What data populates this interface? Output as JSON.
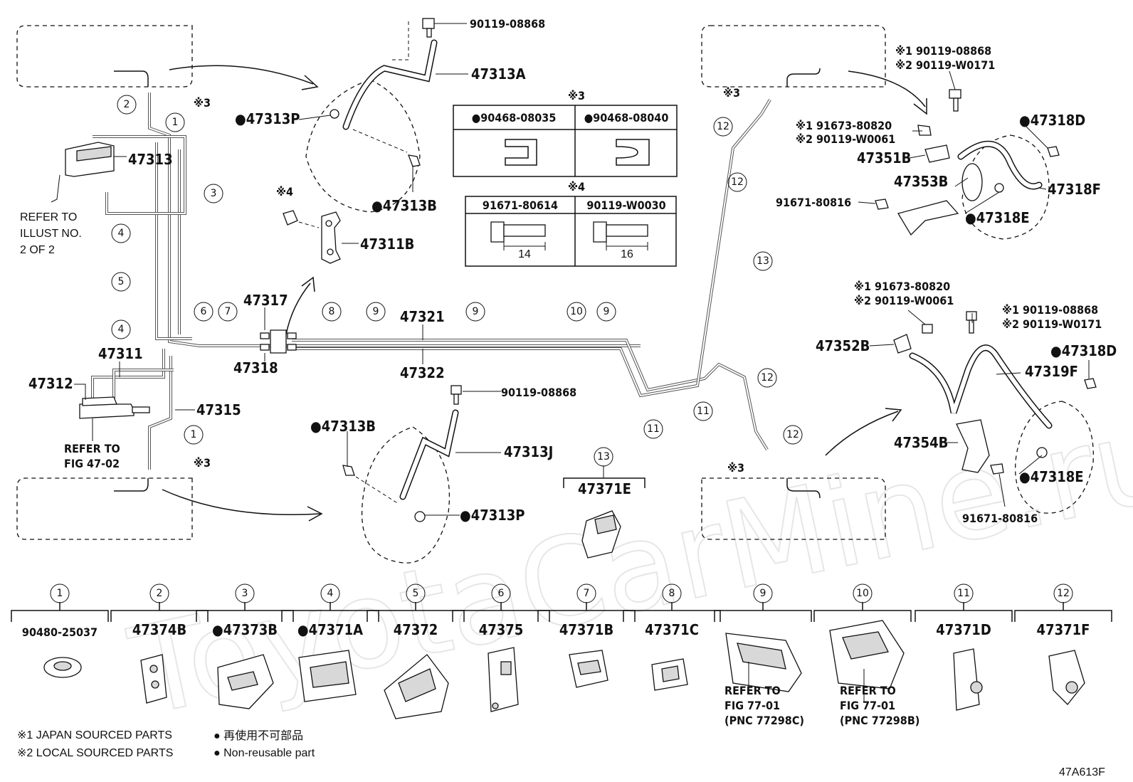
{
  "figure_code": "47A613F",
  "watermark": "ToyotaCarMine.ru",
  "callout_labels": [
    {
      "id": "c1",
      "text": "90119-08868"
    },
    {
      "id": "c2",
      "text": "47313A"
    },
    {
      "id": "c3",
      "text": "●47313P"
    },
    {
      "id": "c4",
      "text": "●47313B"
    },
    {
      "id": "c5",
      "text": "47313"
    },
    {
      "id": "c6",
      "text": "47311B"
    },
    {
      "id": "c7",
      "text": "47317"
    },
    {
      "id": "c8",
      "text": "47318"
    },
    {
      "id": "c9",
      "text": "47321"
    },
    {
      "id": "c10",
      "text": "47322"
    },
    {
      "id": "c11",
      "text": "47311"
    },
    {
      "id": "c12",
      "text": "47312"
    },
    {
      "id": "c13",
      "text": "47315"
    },
    {
      "id": "c14",
      "text": "●47313B"
    },
    {
      "id": "c15",
      "text": "90119-08868"
    },
    {
      "id": "c16",
      "text": "47313J"
    },
    {
      "id": "c17",
      "text": "●47313P"
    },
    {
      "id": "c18",
      "text": "※1 90119-08868"
    },
    {
      "id": "c19",
      "text": "※2 90119-W0171"
    },
    {
      "id": "c20",
      "text": "※1 91673-80820"
    },
    {
      "id": "c21",
      "text": "※2 90119-W0061"
    },
    {
      "id": "c22",
      "text": "47351B"
    },
    {
      "id": "c23",
      "text": "47353B"
    },
    {
      "id": "c24",
      "text": "91671-80816"
    },
    {
      "id": "c25",
      "text": "●47318D"
    },
    {
      "id": "c26",
      "text": "47318F"
    },
    {
      "id": "c27",
      "text": "●47318E"
    },
    {
      "id": "c28",
      "text": "※1 91673-80820"
    },
    {
      "id": "c29",
      "text": "※2 90119-W0061"
    },
    {
      "id": "c30",
      "text": "※1 90119-08868"
    },
    {
      "id": "c31",
      "text": "※2 90119-W0171"
    },
    {
      "id": "c32",
      "text": "47352B"
    },
    {
      "id": "c33",
      "text": "●47318D"
    },
    {
      "id": "c34",
      "text": "47319F"
    },
    {
      "id": "c35",
      "text": "47354B"
    },
    {
      "id": "c36",
      "text": "●47318E"
    },
    {
      "id": "c37",
      "text": "91671-80816"
    },
    {
      "id": "c38",
      "text": "47371E"
    },
    {
      "id": "c39",
      "text": "※3"
    },
    {
      "id": "c40",
      "text": "※3"
    },
    {
      "id": "c41",
      "text": "※3"
    },
    {
      "id": "c42",
      "text": "※3"
    },
    {
      "id": "c43",
      "text": "※4"
    }
  ],
  "refer_notes": {
    "illust": [
      "REFER TO",
      "ILLUST NO.",
      "2 OF 2"
    ],
    "fig4702": [
      "REFER TO",
      "FIG 47-02"
    ]
  },
  "table3": {
    "mark": "※3",
    "cols": [
      "●90468-08035",
      "●90468-08040"
    ]
  },
  "table4": {
    "mark": "※4",
    "cols": [
      "91671-80614",
      "90119-W0030"
    ],
    "dims": [
      "14",
      "16"
    ]
  },
  "ref_circles": [
    "1",
    "2",
    "3",
    "4",
    "5",
    "4",
    "6",
    "7",
    "8",
    "9",
    "9",
    "10",
    "9",
    "11",
    "11",
    "12",
    "12",
    "13",
    "12",
    "12",
    "1",
    "13"
  ],
  "bottom_parts": [
    {
      "num": "1",
      "pn": "90480-25037"
    },
    {
      "num": "2",
      "pn": "47374B"
    },
    {
      "num": "3",
      "pn": "●47373B"
    },
    {
      "num": "4",
      "pn": "●47371A"
    },
    {
      "num": "5",
      "pn": "47372"
    },
    {
      "num": "6",
      "pn": "47375"
    },
    {
      "num": "7",
      "pn": "47371B"
    },
    {
      "num": "8",
      "pn": "47371C"
    },
    {
      "num": "9",
      "pn": "",
      "note": [
        "REFER TO",
        "FIG 77-01",
        "(PNC 77298C)"
      ]
    },
    {
      "num": "10",
      "pn": "",
      "note": [
        "REFER TO",
        "FIG 77-01",
        "(PNC 77298B)"
      ]
    },
    {
      "num": "11",
      "pn": "47371D"
    },
    {
      "num": "12",
      "pn": "47371F"
    }
  ],
  "legend": {
    "l1": "※1 JAPAN SOURCED PARTS",
    "l2": "※2 LOCAL SOURCED PARTS",
    "l3": "● 再使用不可部品",
    "l4": "● Non-reusable part"
  }
}
